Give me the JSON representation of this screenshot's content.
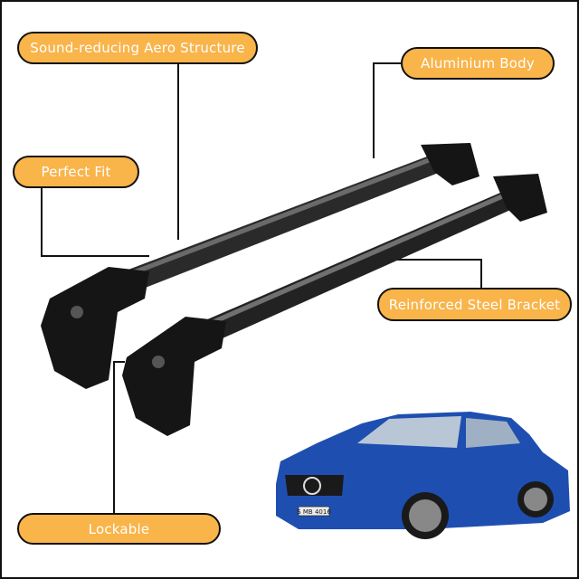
{
  "callouts": {
    "aero": "Sound-reducing Aero Structure",
    "fit": "Perfect Fit",
    "body": "Aluminium Body",
    "bracket": "Reinforced Steel Bracket",
    "lock": "Lockable"
  },
  "car": {
    "plate": "S MB 4016"
  },
  "colors": {
    "callout_fill": "#F9B44A",
    "callout_text": "#FFFFFF",
    "car_body": "#1E4FB0",
    "bar": "#1A1A1A"
  }
}
